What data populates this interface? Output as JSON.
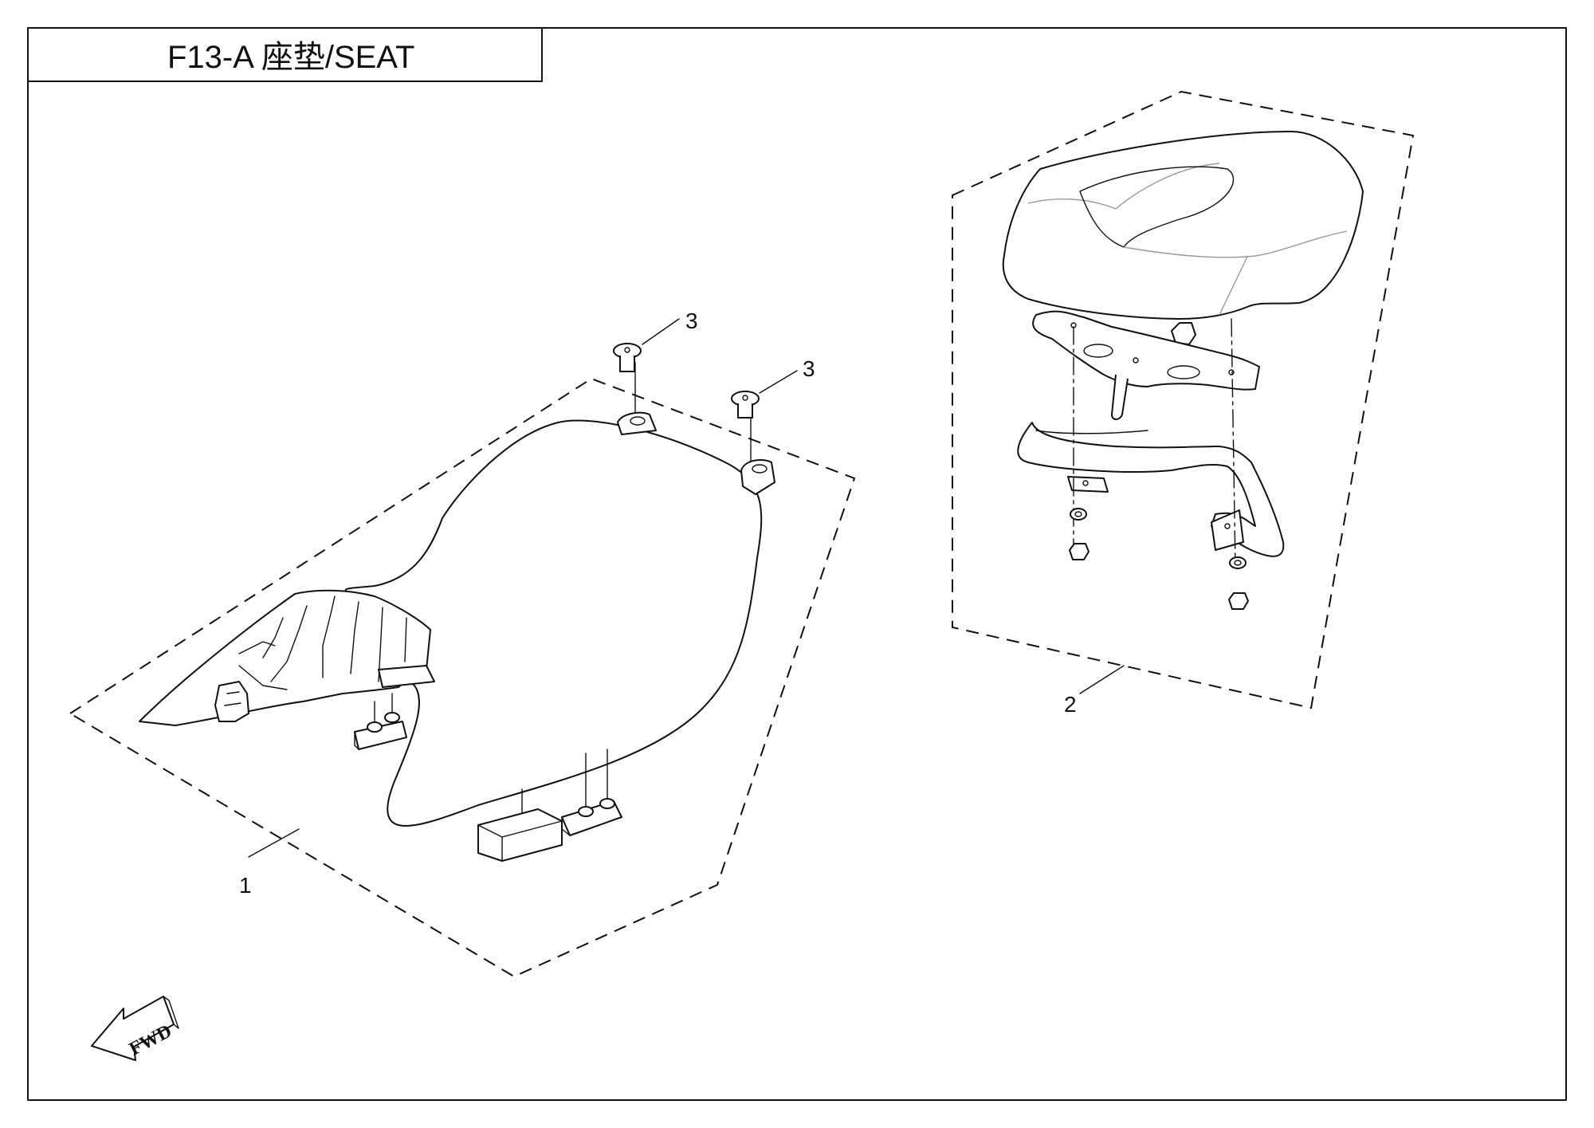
{
  "title": "F13-A 座垫/SEAT",
  "callouts": {
    "front_seat": "1",
    "rear_seat": "2",
    "bolt_a": "3",
    "bolt_b": "3"
  },
  "fwd_label": "FWD"
}
